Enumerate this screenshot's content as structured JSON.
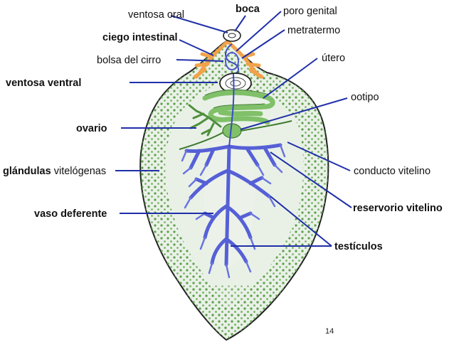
{
  "labels": {
    "ventosa_oral": "ventosa oral",
    "boca": "boca",
    "poro_genital": "poro genital",
    "ciego_intestinal": "ciego intestinal",
    "metratermo": "metratermo",
    "bolsa_del_cirro": "bolsa del cirro",
    "utero": "útero",
    "ventosa_ventral": "ventosa ventral",
    "ootipo": "ootipo",
    "ovario": "ovario",
    "glandulas_bold": "glándulas",
    "glandulas_rest": " vitelógenas",
    "conducto_vitelino": "conducto vitelino",
    "vaso_deferente": "vaso deferente",
    "reservorio_vitelino": "reservorio vitelino",
    "testiculos": "testículos"
  },
  "page_number": "14",
  "colors": {
    "leader": "#1f2fa8",
    "body_fill": "#e9f1e7",
    "body_outline": "#222222",
    "vitelline": "#5f9e4c",
    "intestine": "#f2a24a",
    "uterus": "#9ed08a",
    "testes": "#5560d6"
  }
}
